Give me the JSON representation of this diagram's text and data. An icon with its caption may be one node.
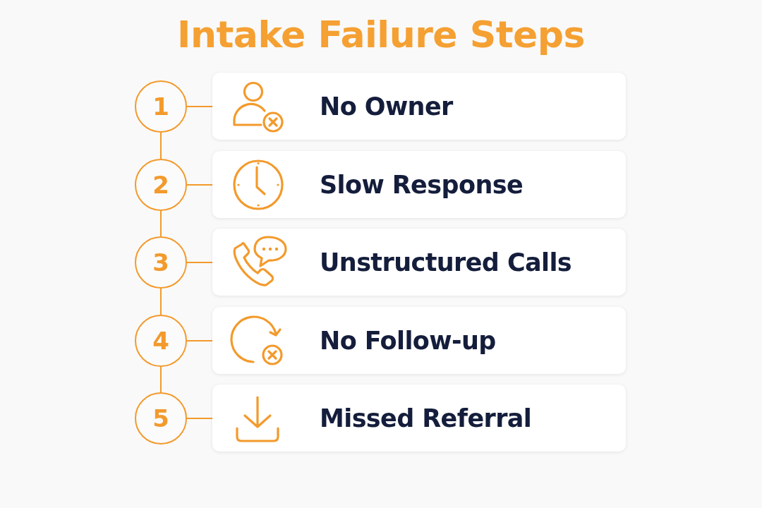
{
  "diagram": {
    "title": "Intake Failure Steps",
    "nodes": [
      {
        "text": [
          "1"
        ]
      },
      {
        "text": [
          "No Owner"
        ]
      },
      {
        "text": [
          "2"
        ]
      },
      {
        "text": [
          "Slow Response"
        ]
      },
      {
        "text": [
          "3"
        ]
      },
      {
        "text": [
          "Unstructured Calls"
        ]
      },
      {
        "text": [
          "4"
        ]
      },
      {
        "text": [
          "No Follow-up"
        ]
      },
      {
        "text": [
          "5"
        ]
      },
      {
        "text": [
          "Missed Referral"
        ]
      }
    ],
    "edges": [
      {
        "from": 0,
        "to": 1,
        "arrow": "none"
      },
      {
        "from": 0,
        "to": 2,
        "arrow": "none"
      },
      {
        "from": 2,
        "to": 3,
        "arrow": "none"
      },
      {
        "from": 2,
        "to": 4,
        "arrow": "none"
      },
      {
        "from": 4,
        "to": 5,
        "arrow": "none"
      },
      {
        "from": 4,
        "to": 6,
        "arrow": "none"
      },
      {
        "from": 6,
        "to": 7,
        "arrow": "none"
      },
      {
        "from": 6,
        "to": 8,
        "arrow": "none"
      },
      {
        "from": 8,
        "to": 9,
        "arrow": "none"
      }
    ]
  }
}
